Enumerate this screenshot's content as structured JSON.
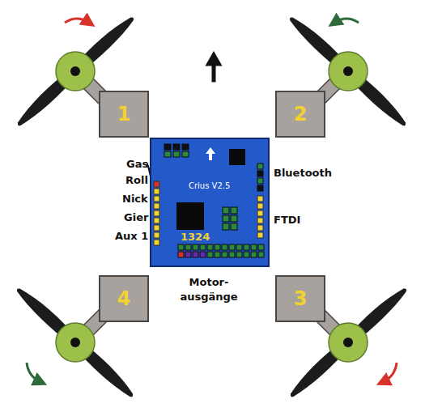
{
  "diagram": {
    "nodes": [
      {
        "text": [
          "1"
        ]
      },
      {
        "text": [
          "2"
        ]
      },
      {
        "text": [
          "Crius V2.5",
          "1324"
        ]
      },
      {
        "text": [
          "4"
        ]
      },
      {
        "text": [
          "3"
        ]
      }
    ],
    "labels": [
      "Gas",
      "Roll",
      "Nick",
      "Gier",
      "Aux 1",
      "Bluetooth",
      "FTDI",
      "Motor- ausgänge"
    ]
  }
}
